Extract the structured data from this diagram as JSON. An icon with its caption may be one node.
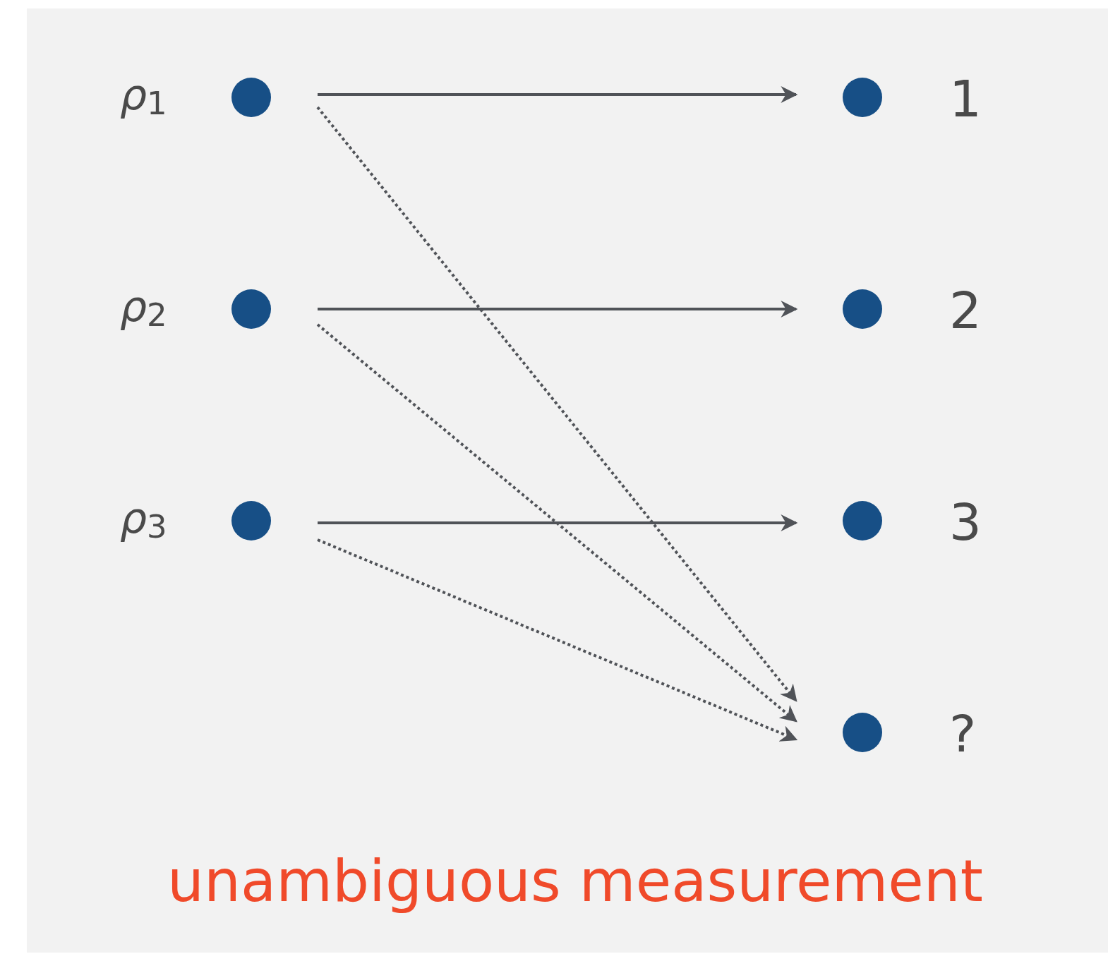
{
  "diagram": {
    "caption": "unambiguous measurement",
    "nodes": [
      {
        "text": [],
        "shape": "circle",
        "beside": [
          "ρ$_{1}$"
        ]
      },
      {
        "text": [],
        "shape": "circle",
        "beside": [
          "ρ$_{2}$"
        ]
      },
      {
        "text": [],
        "shape": "circle",
        "beside": [
          "ρ$_{3}$"
        ]
      },
      {
        "text": [],
        "shape": "circle",
        "beside": [
          "1"
        ]
      },
      {
        "text": [],
        "shape": "circle",
        "beside": [
          "2"
        ]
      },
      {
        "text": [],
        "shape": "circle",
        "beside": [
          "3"
        ]
      },
      {
        "text": [],
        "shape": "circle",
        "beside": [
          "?"
        ]
      }
    ],
    "edges": [
      {
        "from": 0,
        "to": 3,
        "arrow": "to"
      },
      {
        "from": 0,
        "to": 6,
        "arrow": "to",
        "style": "dashed"
      },
      {
        "from": 1,
        "to": 4,
        "arrow": "to"
      },
      {
        "from": 1,
        "to": 6,
        "arrow": "to",
        "style": "dashed"
      },
      {
        "from": 2,
        "to": 5,
        "arrow": "to"
      },
      {
        "from": 2,
        "to": 6,
        "arrow": "to",
        "style": "dashed"
      }
    ]
  }
}
